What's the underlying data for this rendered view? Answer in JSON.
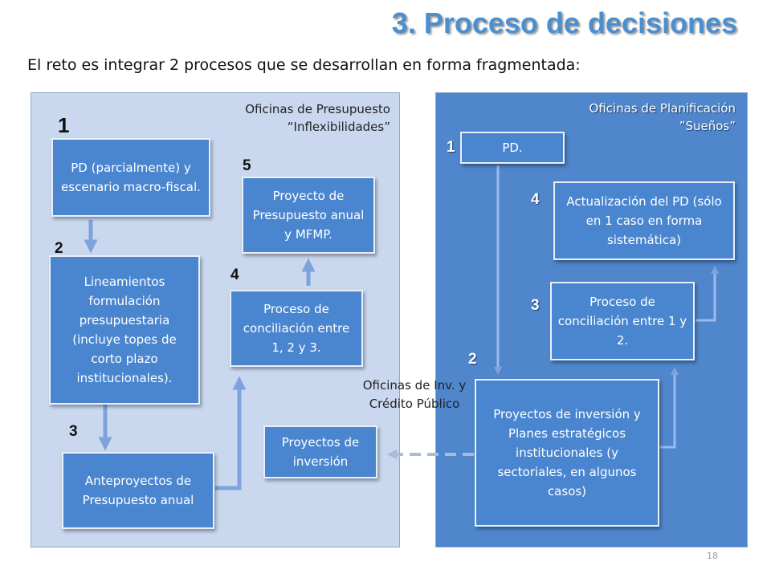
{
  "title": "3. Proceso de decisiones",
  "subtitle": "El reto es integrar 2 procesos que se desarrollan en forma fragmentada:",
  "left_panel": {
    "label_line1": "Oficinas de Presupuesto",
    "label_line2": "“Inflexibilidades”",
    "boxes": {
      "pd": "PD (parcialmente) y escenario macro-fiscal.",
      "lineamientos": "Lineamientos formulación presupuestaria (incluye topes de corto plazo institucionales).",
      "anteproyectos": "Anteproyectos de Presupuesto anual",
      "conciliacion": "Proceso de conciliación entre 1, 2 y 3.",
      "proyecto_presupuesto": "Proyecto de Presupuesto anual y MFMP.",
      "proyectos_inversion": "Proyectos de inversión"
    },
    "numbers": {
      "n1": "1",
      "n2": "2",
      "n3": "3",
      "n4": "4",
      "n5": "5"
    }
  },
  "right_panel": {
    "label_line1": "Oficinas de Planificación",
    "label_line2": "”Sueños”",
    "boxes": {
      "pd": "PD.",
      "actualizacion": "Actualización del PD (sólo en 1 caso en forma sistemática)",
      "conciliacion": "Proceso de conciliación entre 1 y 2.",
      "proyectos_planes": "Proyectos de inversión y Planes estratégicos institucionales (y sectoriales, en algunos casos)"
    },
    "numbers": {
      "n1": "1",
      "n2": "2",
      "n3": "3",
      "n4": "4"
    }
  },
  "middle_label": "Oficinas de Inv. y Crédito Público",
  "page_number": "18",
  "colors": {
    "title": "#4a8fd0",
    "box_fill": "#4a86d0",
    "left_panel": "#c9d8ef",
    "right_panel": "#4f86cc",
    "arrow": "#7ea3dc"
  }
}
